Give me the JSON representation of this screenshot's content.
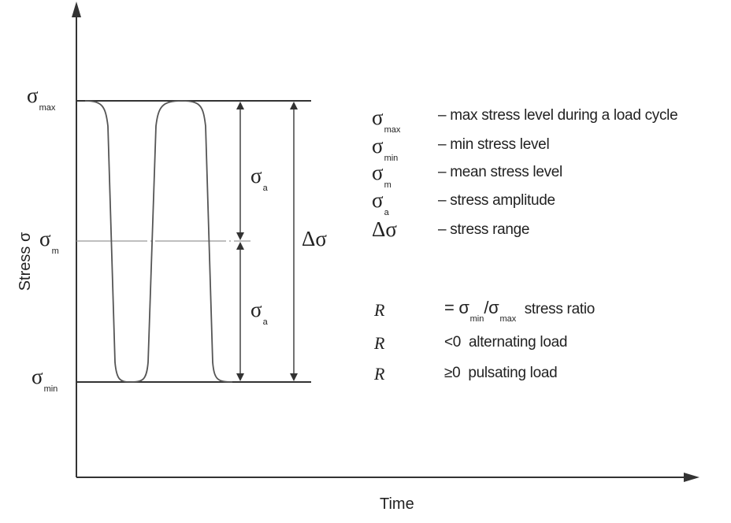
{
  "axes": {
    "y_label": "Stress σ",
    "x_label": "Time"
  },
  "levels": {
    "max": {
      "symbol": "σ",
      "sub": "max"
    },
    "mean": {
      "symbol": "σ",
      "sub": "m"
    },
    "min": {
      "symbol": "σ",
      "sub": "min"
    }
  },
  "annotations": {
    "amplitude_upper": {
      "symbol": "σ",
      "sub": "a"
    },
    "amplitude_lower": {
      "symbol": "σ",
      "sub": "a"
    },
    "range": "Δσ"
  },
  "legend": [
    {
      "symbol": "σ",
      "sub": "max",
      "text": "– max stress level during a load cycle"
    },
    {
      "symbol": "σ",
      "sub": "min",
      "text": "– min stress level"
    },
    {
      "symbol": "σ",
      "sub": "m",
      "text": "– mean stress level"
    },
    {
      "symbol": "σ",
      "sub": "a",
      "text": "– stress amplitude"
    },
    {
      "symbol": "Δσ",
      "sub": "",
      "text": "– stress range"
    }
  ],
  "ratio": {
    "definition": {
      "symbol": "R",
      "eq": "= σ",
      "sub_min": "min",
      "slash": "/σ",
      "sub_max": "max",
      "text": "stress ratio"
    },
    "rows": [
      {
        "symbol": "R",
        "text": "<0  alternating load"
      },
      {
        "symbol": "R",
        "text": "≥0  pulsating load"
      }
    ]
  },
  "colors": {
    "line": "#333333",
    "background": "#ffffff"
  }
}
